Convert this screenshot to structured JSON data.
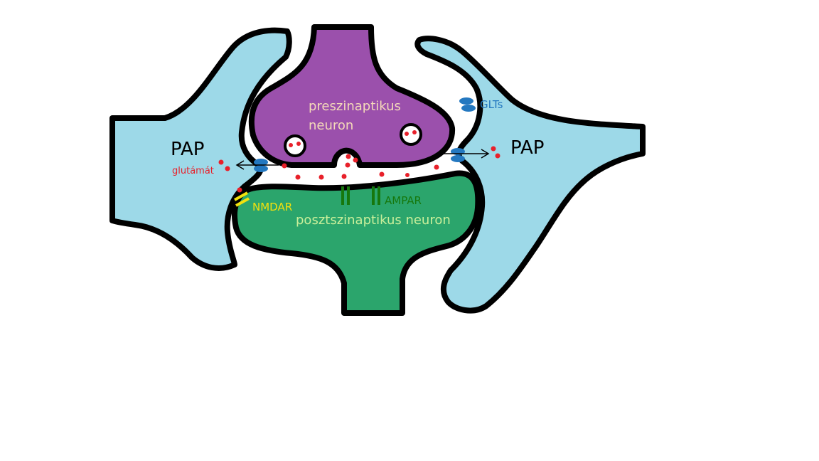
{
  "labels": {
    "pap_left": "PAP",
    "pap_right": "PAP",
    "presynaptic_line1": "preszinaptikus",
    "presynaptic_line2": "neuron",
    "postsynaptic": "posztszinaptikus neuron",
    "glutamate": "glutámát",
    "glts": "GLTs",
    "nmdar": "NMDAR",
    "ampar": "AMPAR"
  },
  "colors": {
    "background": "#ffffff",
    "outline": "#000000",
    "astrocyte_fill": "#9dd9e8",
    "presynaptic_fill": "#9b50ac",
    "postsynaptic_fill": "#2ba56c",
    "presynaptic_text": "#f4d9b9",
    "postsynaptic_text": "#c9ef9a",
    "pap_text": "#000000",
    "glutamate": "#e8202a",
    "glt_transporter": "#2478c0",
    "nmdar": "#f2e10d",
    "ampar": "#16780d"
  },
  "icons": {
    "vesicle": "vesicle-icon",
    "transporter": "glt-transporter-icon",
    "nmda_receptor": "nmda-receptor-icon",
    "ampa_receptor": "ampa-receptor-icon",
    "uptake_arrow": "arrow-icon"
  }
}
